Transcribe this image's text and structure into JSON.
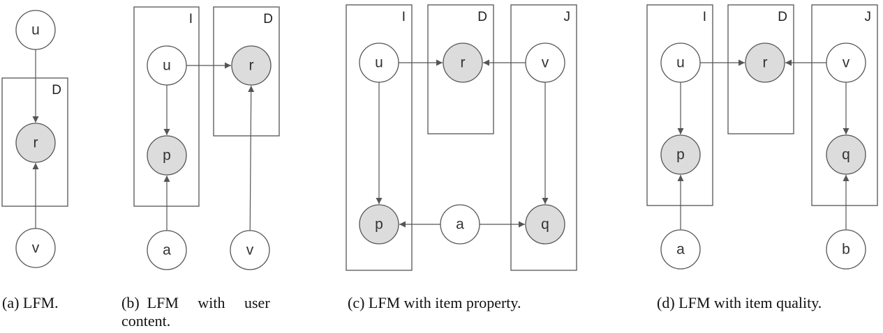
{
  "colors": {
    "stroke": "#555555",
    "observed_fill": "#dcdcdc",
    "latent_fill": "#ffffff"
  },
  "panels": [
    {
      "id": "a",
      "caption_lines": [
        "(a) LFM."
      ],
      "plates": [
        {
          "id": "D",
          "label": "D"
        }
      ],
      "nodes": [
        {
          "id": "u",
          "label": "u",
          "observed": false
        },
        {
          "id": "r",
          "label": "r",
          "observed": true
        },
        {
          "id": "v",
          "label": "v",
          "observed": false
        }
      ],
      "edges": [
        [
          "u",
          "r"
        ],
        [
          "v",
          "r"
        ]
      ]
    },
    {
      "id": "b",
      "caption_lines": [
        "(b)  LFM     with     user",
        "content."
      ],
      "plates": [
        {
          "id": "I",
          "label": "I"
        },
        {
          "id": "D",
          "label": "D"
        }
      ],
      "nodes": [
        {
          "id": "u",
          "label": "u",
          "observed": false
        },
        {
          "id": "r",
          "label": "r",
          "observed": true
        },
        {
          "id": "p",
          "label": "p",
          "observed": true
        },
        {
          "id": "a",
          "label": "a",
          "observed": false
        },
        {
          "id": "v",
          "label": "v",
          "observed": false
        }
      ],
      "edges": [
        [
          "u",
          "r"
        ],
        [
          "u",
          "p"
        ],
        [
          "a",
          "p"
        ],
        [
          "v",
          "r"
        ]
      ]
    },
    {
      "id": "c",
      "caption_lines": [
        "(c) LFM with item property."
      ],
      "plates": [
        {
          "id": "I",
          "label": "I"
        },
        {
          "id": "D",
          "label": "D"
        },
        {
          "id": "J",
          "label": "J"
        }
      ],
      "nodes": [
        {
          "id": "u",
          "label": "u",
          "observed": false
        },
        {
          "id": "r",
          "label": "r",
          "observed": true
        },
        {
          "id": "v",
          "label": "v",
          "observed": false
        },
        {
          "id": "p",
          "label": "p",
          "observed": true
        },
        {
          "id": "a",
          "label": "a",
          "observed": false
        },
        {
          "id": "q",
          "label": "q",
          "observed": true
        }
      ],
      "edges": [
        [
          "u",
          "r"
        ],
        [
          "v",
          "r"
        ],
        [
          "u",
          "p"
        ],
        [
          "v",
          "q"
        ],
        [
          "a",
          "p"
        ],
        [
          "a",
          "q"
        ]
      ]
    },
    {
      "id": "d",
      "caption_lines": [
        "(d) LFM with item quality."
      ],
      "plates": [
        {
          "id": "I",
          "label": "I"
        },
        {
          "id": "D",
          "label": "D"
        },
        {
          "id": "J",
          "label": "J"
        }
      ],
      "nodes": [
        {
          "id": "u",
          "label": "u",
          "observed": false
        },
        {
          "id": "r",
          "label": "r",
          "observed": true
        },
        {
          "id": "v",
          "label": "v",
          "observed": false
        },
        {
          "id": "p",
          "label": "p",
          "observed": true
        },
        {
          "id": "q",
          "label": "q",
          "observed": true
        },
        {
          "id": "a",
          "label": "a",
          "observed": false
        },
        {
          "id": "b",
          "label": "b",
          "observed": false
        }
      ],
      "edges": [
        [
          "u",
          "r"
        ],
        [
          "v",
          "r"
        ],
        [
          "u",
          "p"
        ],
        [
          "v",
          "q"
        ],
        [
          "a",
          "p"
        ],
        [
          "b",
          "q"
        ]
      ]
    }
  ]
}
